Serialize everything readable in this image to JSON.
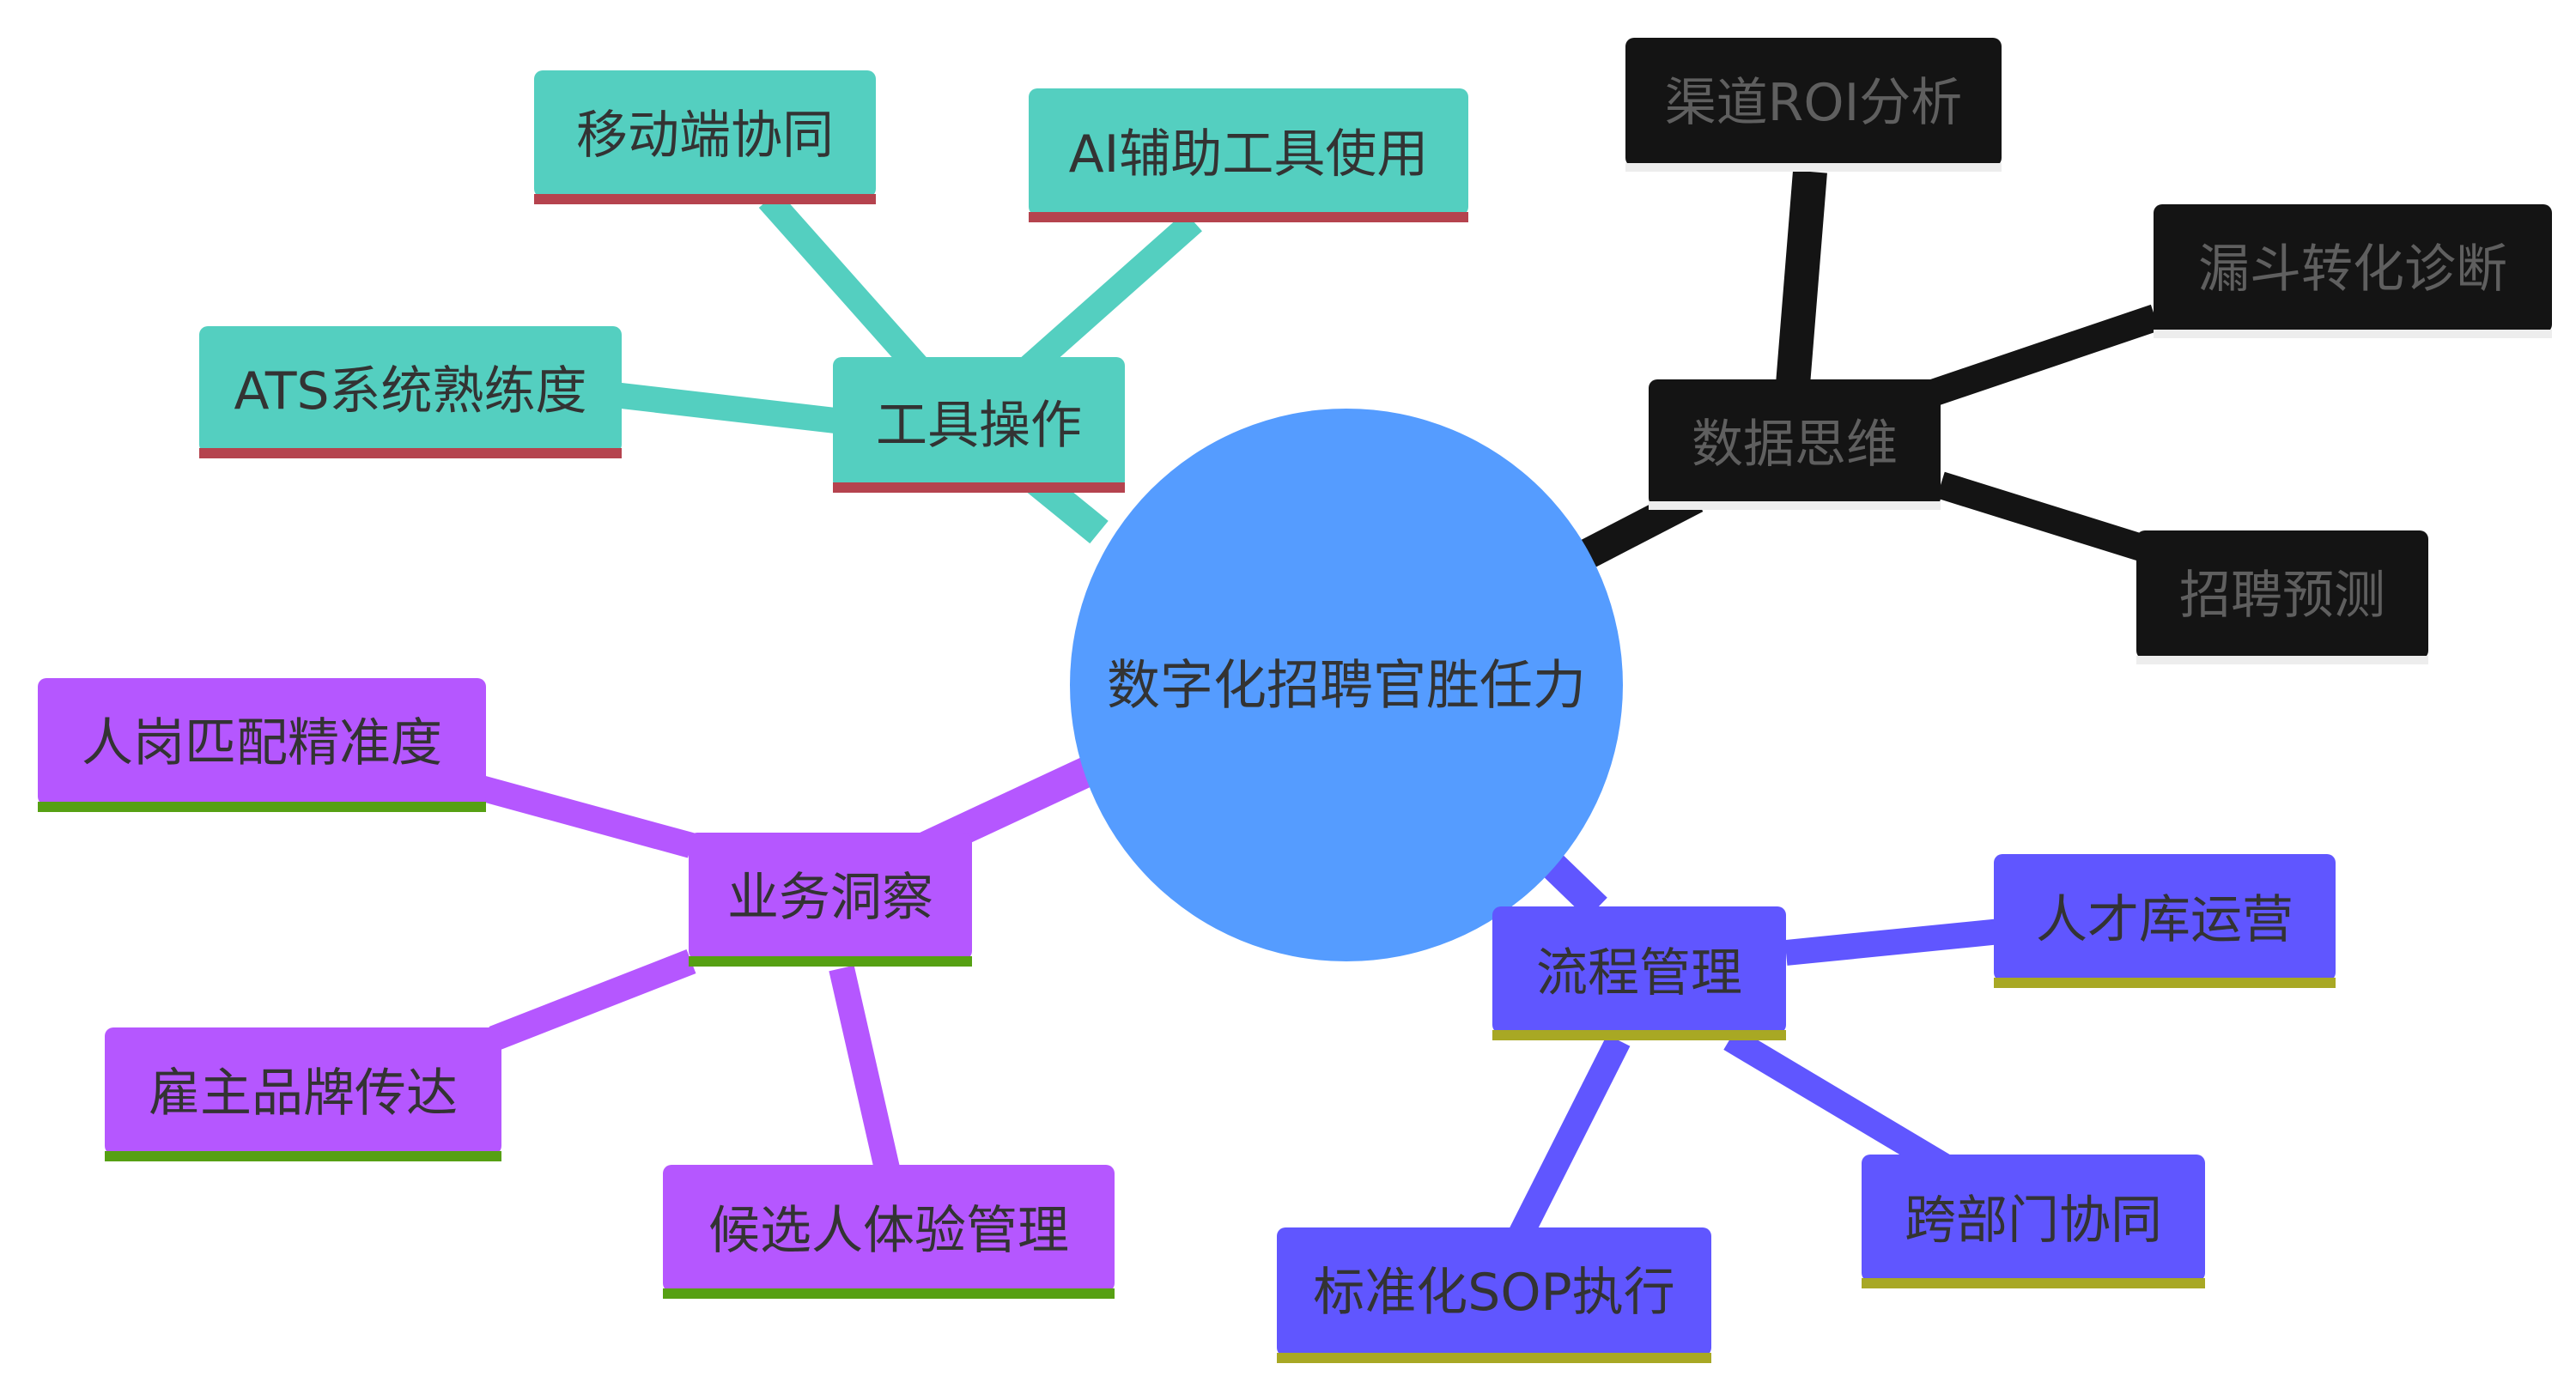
{
  "center": {
    "label": "数字化招聘官胜任力",
    "color": "#559CFF"
  },
  "branches": [
    {
      "label": "工具操作",
      "color": "#54CFC0",
      "underline_color": "#B5434E",
      "text_style": "normal",
      "children": [
        "ATS系统熟练度",
        "移动端协同",
        "AI辅助工具使用"
      ]
    },
    {
      "label": "数据思维",
      "color": "#141414",
      "underline_color": "#EDEDED",
      "text_style": "dark",
      "children": [
        "渠道ROI分析",
        "漏斗转化诊断",
        "招聘预测"
      ]
    },
    {
      "label": "流程管理",
      "color": "#6056FF",
      "underline_color": "#A8A824",
      "text_style": "normal",
      "children": [
        "人才库运营",
        "跨部门协同",
        "标准化SOP执行"
      ]
    },
    {
      "label": "业务洞察",
      "color": "#B557FF",
      "underline_color": "#56A013",
      "text_style": "normal",
      "children": [
        "人岗匹配精准度",
        "雇主品牌传达",
        "候选人体验管理"
      ]
    }
  ]
}
